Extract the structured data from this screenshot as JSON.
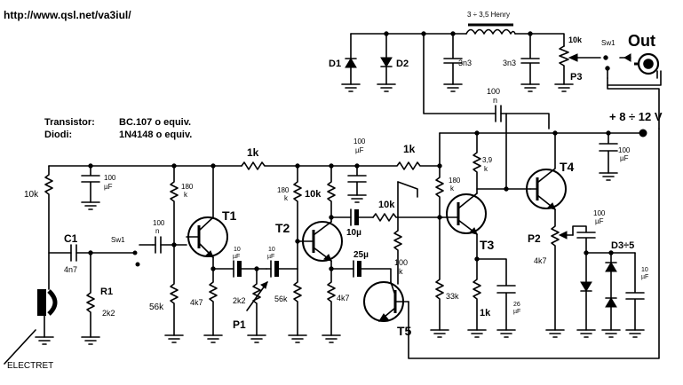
{
  "header": {
    "url": "http://www.qsl.net/va3iul/"
  },
  "notes": {
    "transistor_label": "Transistor:",
    "transistor_value": "BC.107 o equiv.",
    "diodi_label": "Diodi:",
    "diodi_value": "1N4148 o equiv."
  },
  "supply": "+ 8 ÷ 12 V",
  "output": {
    "label": "Out",
    "sw": "Sw1"
  },
  "inductor": "3 ÷ 3,5 Henry",
  "labels": {
    "d1": "D1",
    "d2": "D2",
    "c3n3a": "3n3",
    "c3n3b": "3n3",
    "p3": "P3",
    "p3val": "10k",
    "c100n_top": "100",
    "c100n_top_n": "n",
    "c100u_a": "100",
    "c100u_a2": "µF",
    "r1k_a": "1k",
    "r1k_b": "1k",
    "r10k_left": "10k",
    "c100u_left": "100",
    "c100u_left2": "µF",
    "c1": "C1",
    "c1val": "4n7",
    "sw1_in": "Sw1",
    "r1": "R1",
    "r1val": "2k2",
    "electret": "ELECTRET",
    "c100n_in": "100",
    "c100n_in_n": "n",
    "r180a": "180",
    "r180a_k": "k",
    "r56k_a": "56k",
    "t1": "T1",
    "r4k7_a": "4k7",
    "c10u_a": "10",
    "c10u_a2": "µF",
    "c10u_b": "10",
    "c10u_b2": "µF",
    "p1val": "2k2",
    "p1": "P1",
    "r180b": "180",
    "r180b_k": "k",
    "r10k_b": "10k",
    "t2": "T2",
    "r56k_b": "56k",
    "r4k7_b": "4k7",
    "c10u_mid": "10µ",
    "r10k_c": "10k",
    "c25u": "25µ",
    "r100k": "100",
    "r100k_k": "k",
    "t5": "T5",
    "r180c": "180",
    "r180c_k": "k",
    "r33k": "33k",
    "t3": "T3",
    "r1k_e": "1k",
    "c26u": "26",
    "c26u2": "µF",
    "r3k9": "3,9",
    "r3k9_k": "k",
    "t4": "T4",
    "c100u_r": "100",
    "c100u_r2": "µF",
    "p2": "P2",
    "p2val": "4k7",
    "c100u_p2": "100",
    "c100u_p2b": "µF",
    "d35": "D3÷5",
    "c10u_r": "10",
    "c10u_r2": "µF"
  }
}
